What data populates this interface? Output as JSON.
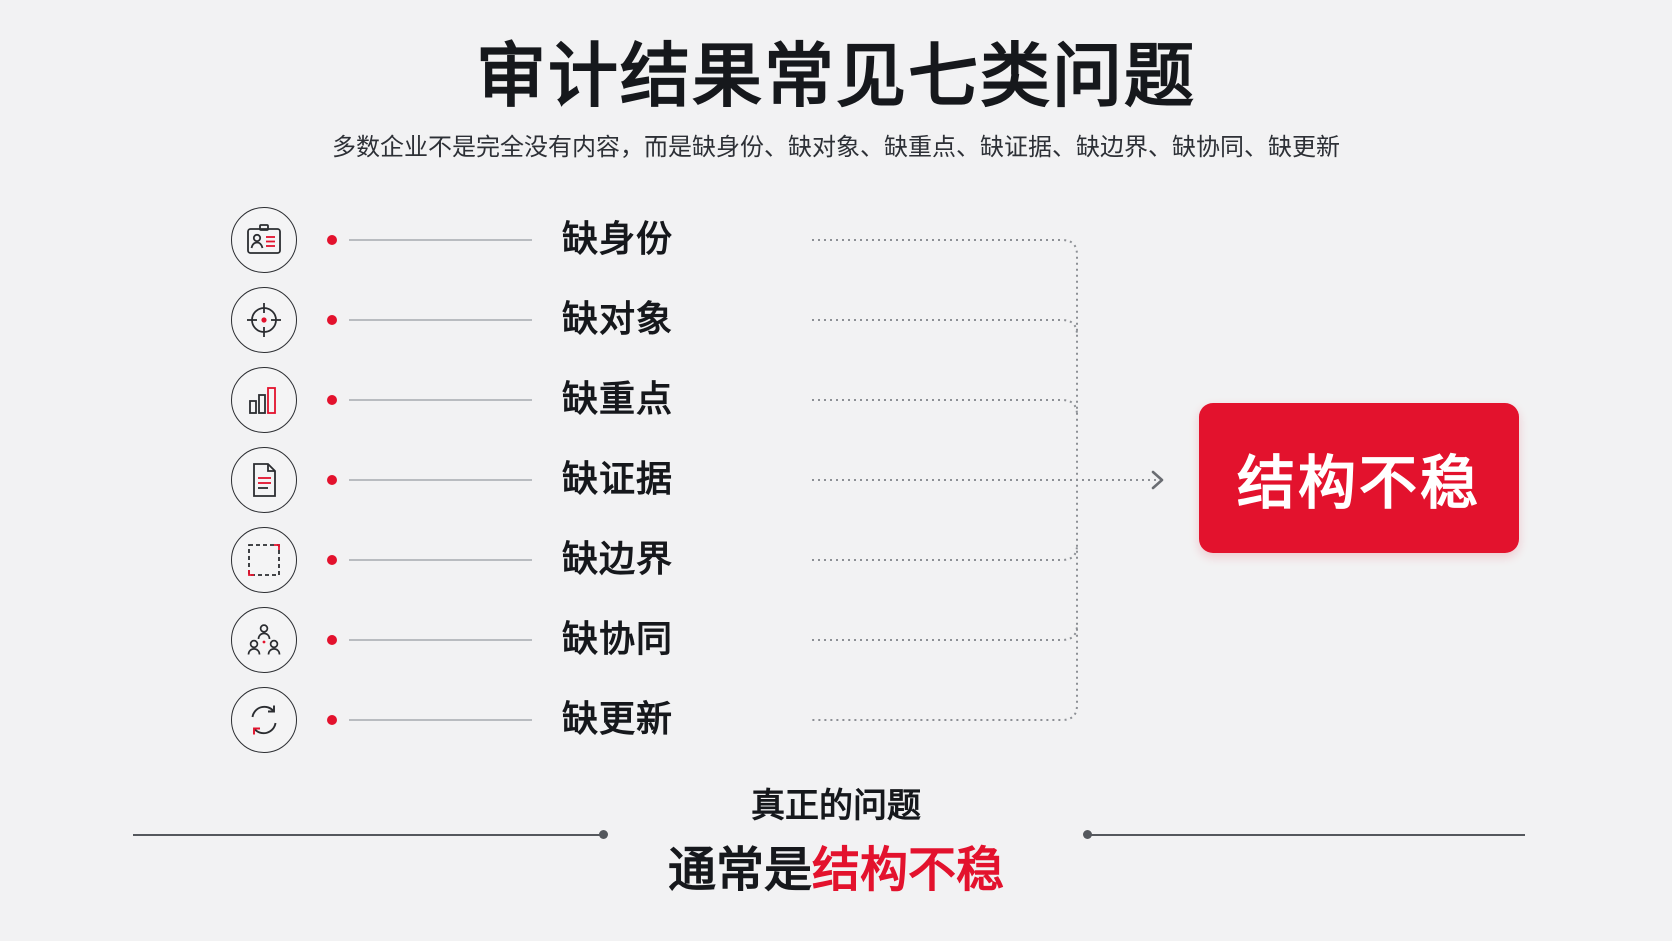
{
  "title": "审计结果常见七类问题",
  "subtitle": "多数企业不是完全没有内容，而是缺身份、缺对象、缺重点、缺证据、缺边界、缺协同、缺更新",
  "items": [
    {
      "label": "缺身份",
      "icon": "id-card-icon"
    },
    {
      "label": "缺对象",
      "icon": "crosshair-icon"
    },
    {
      "label": "缺重点",
      "icon": "bar-chart-icon"
    },
    {
      "label": "缺证据",
      "icon": "document-icon"
    },
    {
      "label": "缺边界",
      "icon": "dashed-frame-icon"
    },
    {
      "label": "缺协同",
      "icon": "team-icon"
    },
    {
      "label": "缺更新",
      "icon": "refresh-icon"
    }
  ],
  "result": "结构不稳",
  "bottom": {
    "kicker": "真正的问题",
    "prefix": "通常是",
    "highlight": "结构不稳"
  },
  "colors": {
    "accent": "#e3122d",
    "text": "#16181c",
    "background": "#f2f2f3"
  }
}
